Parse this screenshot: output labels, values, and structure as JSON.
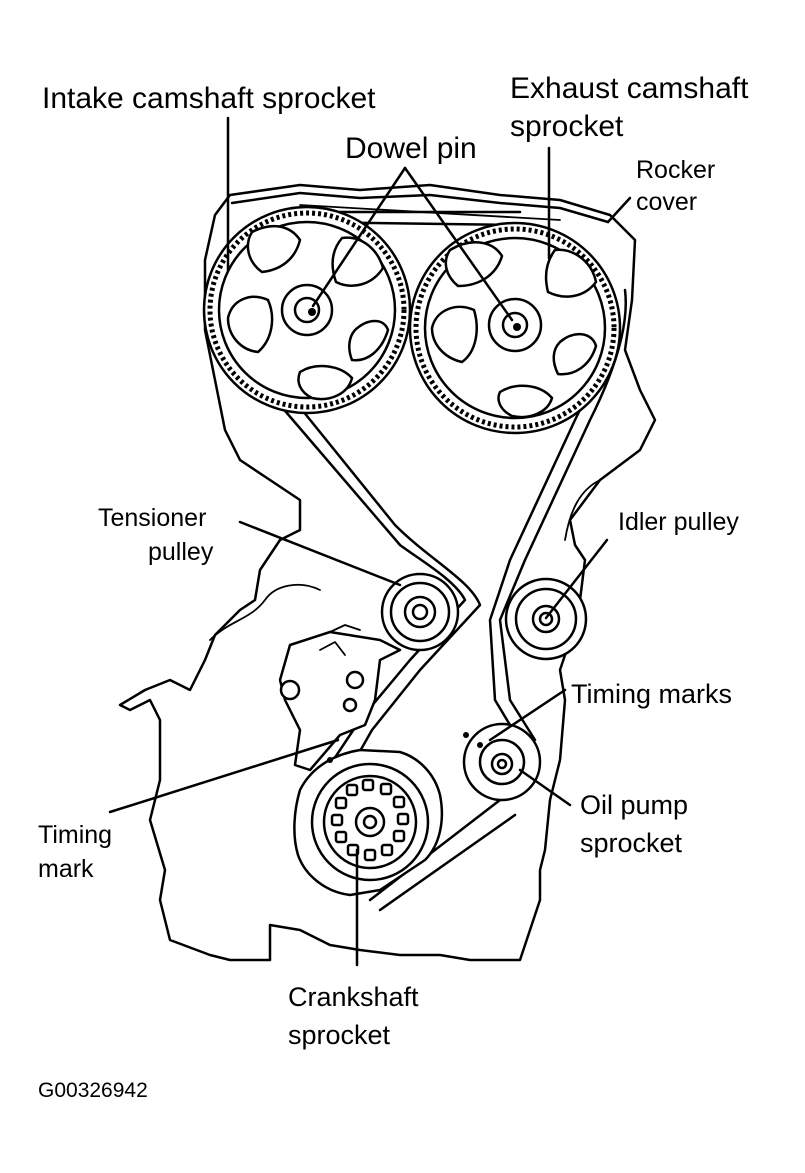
{
  "labels": {
    "intake_sprocket": "Intake camshaft sprocket",
    "exhaust_sprocket_line1": "Exhaust camshaft",
    "exhaust_sprocket_line2": "sprocket",
    "dowel_pin": "Dowel pin",
    "rocker_cover_line1": "Rocker",
    "rocker_cover_line2": "cover",
    "tensioner_line1": "Tensioner",
    "tensioner_line2": "pulley",
    "idler_pulley": "Idler pulley",
    "timing_marks": "Timing marks",
    "oil_pump_line1": "Oil pump",
    "oil_pump_line2": "sprocket",
    "timing_mark_line1": "Timing",
    "timing_mark_line2": "mark",
    "crankshaft_line1": "Crankshaft",
    "crankshaft_line2": "sprocket"
  },
  "figure_code": "G00326942"
}
